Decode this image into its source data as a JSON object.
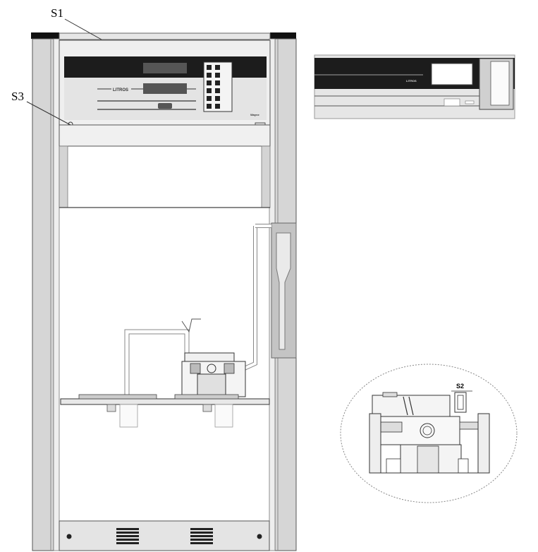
{
  "labels": {
    "s1": "S1",
    "s2": "S2",
    "s3": "S3"
  },
  "display": {
    "litros_main": "LITROS",
    "litros_side": "LITROS",
    "brand": "Wayne"
  },
  "colors": {
    "frame_fill": "#d9d9d9",
    "frame_stroke": "#555555",
    "panel_dark": "#1a1a1a",
    "panel_light": "#e8e8e8",
    "cabinet_gray": "#cccccc"
  }
}
